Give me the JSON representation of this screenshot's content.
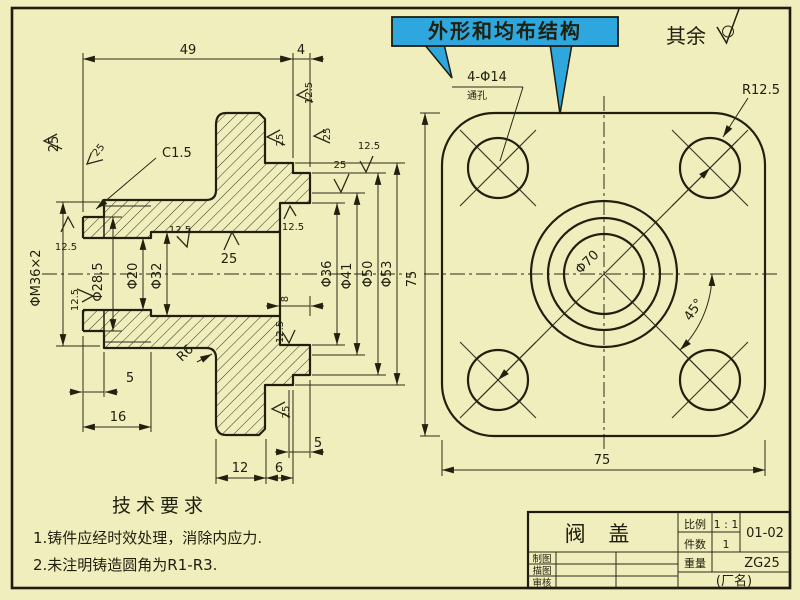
{
  "callout": {
    "text": "外形和均布结构",
    "fill_color": "#2ea7df",
    "text_color": "#dd0016"
  },
  "surface_note": {
    "label": "其余"
  },
  "roughness": {
    "r25": "25",
    "r12_5": "12.5"
  },
  "section_view": {
    "dims": {
      "len49": "49",
      "len4": "4",
      "thread": "ΦM36×2",
      "d28_5": "Φ28.5",
      "d20": "Φ20",
      "d32": "Φ32",
      "d36": "Φ36",
      "d41": "Φ41",
      "d50": "Φ50",
      "d53": "Φ53",
      "chamfer": "C1.5",
      "fillet": "R6",
      "neck5": "5",
      "len16": "16",
      "len12": "12",
      "len6": "6",
      "boss5": "5",
      "depth8": "8"
    }
  },
  "flange_view": {
    "holes": "4-Φ14",
    "through": "通孔",
    "corner": "R12.5",
    "w75": "75",
    "h75": "75",
    "bolt": "Φ70",
    "angle": "45°"
  },
  "tech_req": {
    "title": "技术要求",
    "items": [
      "1.铸件应经时效处理，消除内应力.",
      "2.未注明铸造圆角为R1-R3."
    ]
  },
  "title_block": {
    "name": "阀  盖",
    "scale_label": "比例",
    "scale_value": "1 : 1",
    "qty_label": "件数",
    "qty_value": "1",
    "drawing_no": "01-02",
    "weight_label": "重量",
    "material": "ZG25",
    "company": "(厂名)",
    "drafted": "制图",
    "traced": "描图",
    "checked": "审核"
  }
}
